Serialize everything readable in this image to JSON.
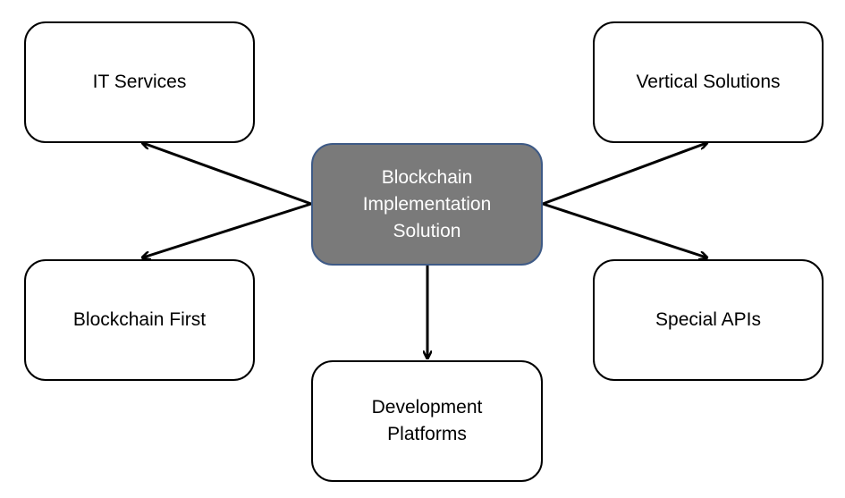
{
  "diagram": {
    "center": {
      "lines": [
        "Blockchain",
        "Implementation",
        "Solution"
      ],
      "fill": "#7a7a7a",
      "border": "#3e5a86",
      "text_color": "#ffffff"
    },
    "nodes": {
      "it_services": {
        "lines": [
          "IT Services"
        ]
      },
      "vertical_solutions": {
        "lines": [
          "Vertical Solutions"
        ]
      },
      "blockchain_first": {
        "lines": [
          "Blockchain First"
        ]
      },
      "special_apis": {
        "lines": [
          "Special APIs"
        ]
      },
      "development_platforms": {
        "lines": [
          "Development",
          "Platforms"
        ]
      }
    },
    "edges": [
      {
        "from": "center",
        "to": "it_services"
      },
      {
        "from": "center",
        "to": "blockchain_first"
      },
      {
        "from": "center",
        "to": "vertical_solutions"
      },
      {
        "from": "center",
        "to": "special_apis"
      },
      {
        "from": "center",
        "to": "development_platforms"
      }
    ],
    "arrow_color": "#000000"
  }
}
